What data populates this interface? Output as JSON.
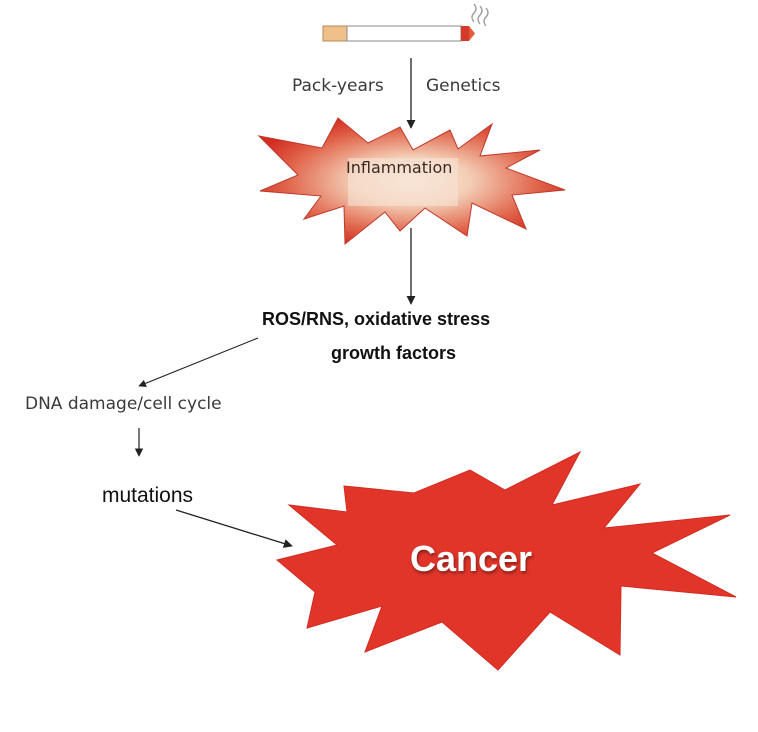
{
  "trigger": {
    "icon": "cigarette-icon",
    "left_label": "Pack-years",
    "right_label": "Genetics"
  },
  "inflammation": {
    "label": "Inflammation",
    "icon": "burst-icon",
    "colors": {
      "edge": "#d83a2a",
      "center": "#f6dfcf"
    }
  },
  "stress": {
    "line1": "ROS/RNS, oxidative stress",
    "line2": "growth factors"
  },
  "dna": {
    "label": "DNA damage/cell cycle"
  },
  "mutations": {
    "label": "mutations"
  },
  "cancer": {
    "label": "Cancer",
    "color": "#e2352a"
  }
}
